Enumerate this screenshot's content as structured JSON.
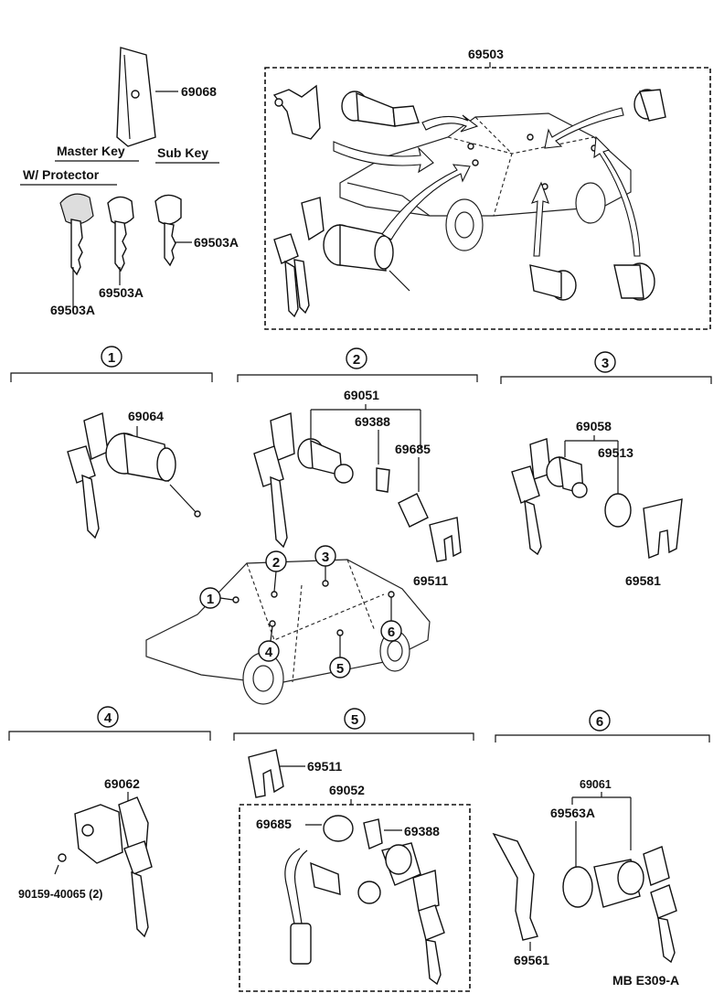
{
  "labels": {
    "p69068": "69068",
    "master_key": "Master Key",
    "sub_key": "Sub Key",
    "w_protector": "W/ Protector",
    "p69503A_a": "69503A",
    "p69503A_b": "69503A",
    "p69503A_c": "69503A",
    "p69503": "69503",
    "p69064": "69064",
    "p69051": "69051",
    "p69388_2": "69388",
    "p69685_2": "69685",
    "p69511_2": "69511",
    "p69058": "69058",
    "p69513": "69513",
    "p69581": "69581",
    "p69062": "69062",
    "p90159": "90159-40065 (2)",
    "p69511_5": "69511",
    "p69052": "69052",
    "p69685_5": "69685",
    "p69388_5": "69388",
    "p69061": "69061",
    "p69563A": "69563A",
    "p69561": "69561",
    "footer_code": "MB  E309-A"
  },
  "sections": [
    "1",
    "2",
    "3",
    "4",
    "5",
    "6"
  ]
}
